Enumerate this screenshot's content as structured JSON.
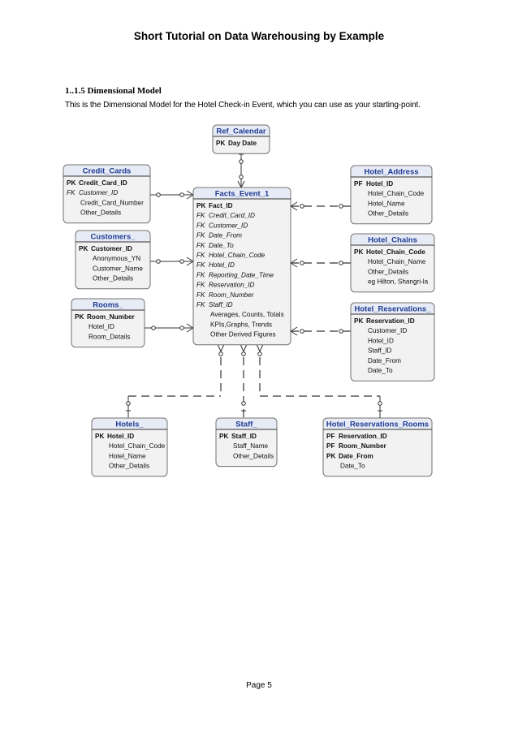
{
  "header": {
    "title": "Short Tutorial on Data Warehousing by Example"
  },
  "section": {
    "heading": "1..1.5 Dimensional Model",
    "intro": "This is the Dimensional Model for the Hotel Check-in Event, which you can use as your starting-point."
  },
  "footer": {
    "page_label": "Page 5"
  },
  "diagram": {
    "entities": [
      {
        "id": "ref-calendar",
        "title": "Ref_Calendar",
        "rows": [
          {
            "key": "PK",
            "name": "Day Date",
            "bold": true
          }
        ]
      },
      {
        "id": "credit-cards",
        "title": "Credit_Cards",
        "rows": [
          {
            "key": "PK",
            "name": "Credit_Card_ID",
            "bold": true
          },
          {
            "key": "FK",
            "name": "Customer_ID",
            "italic": true
          },
          {
            "key": "",
            "name": "Credit_Card_Number"
          },
          {
            "key": "",
            "name": "Other_Details"
          }
        ]
      },
      {
        "id": "customers",
        "title": "Customers_",
        "rows": [
          {
            "key": "PK",
            "name": "Customer_ID",
            "bold": true
          },
          {
            "key": "",
            "name": "Anonymous_YN"
          },
          {
            "key": "",
            "name": "Customer_Name"
          },
          {
            "key": "",
            "name": "Other_Details"
          }
        ]
      },
      {
        "id": "rooms",
        "title": "Rooms_",
        "rows": [
          {
            "key": "PK",
            "name": "Room_Number",
            "bold": true
          },
          {
            "key": "",
            "name": "Hotel_ID"
          },
          {
            "key": "",
            "name": "Room_Details"
          }
        ]
      },
      {
        "id": "facts-event",
        "title": "Facts_Event_1",
        "rows": [
          {
            "key": "PK",
            "name": "Fact_ID",
            "bold": true
          },
          {
            "key": "FK",
            "name": "Credit_Card_ID",
            "italic": true
          },
          {
            "key": "FK",
            "name": "Customer_ID",
            "italic": true
          },
          {
            "key": "FK",
            "name": "Date_From",
            "italic": true
          },
          {
            "key": "FK",
            "name": "Date_To",
            "italic": true
          },
          {
            "key": "FK",
            "name": "Hotel_Chain_Code",
            "italic": true
          },
          {
            "key": "FK",
            "name": "Hotel_ID",
            "italic": true
          },
          {
            "key": "FK",
            "name": "Reporting_Date_Time",
            "italic": true
          },
          {
            "key": "FK",
            "name": "Reservation_ID",
            "italic": true
          },
          {
            "key": "FK",
            "name": "Room_Number",
            "italic": true
          },
          {
            "key": "FK",
            "name": "Staff_ID",
            "italic": true
          },
          {
            "key": "",
            "name": "Averages, Counts, Totals"
          },
          {
            "key": "",
            "name": "KPIs,Graphs, Trends"
          },
          {
            "key": "",
            "name": "Other Derived Figures"
          }
        ]
      },
      {
        "id": "hotel-address",
        "title": "Hotel_Address",
        "rows": [
          {
            "key": "PF",
            "name": "Hotel_ID",
            "bold": true
          },
          {
            "key": "",
            "name": "Hotel_Chain_Code"
          },
          {
            "key": "",
            "name": "Hotel_Name"
          },
          {
            "key": "",
            "name": "Other_Details"
          }
        ]
      },
      {
        "id": "hotel-chains",
        "title": "Hotel_Chains",
        "rows": [
          {
            "key": "PK",
            "name": "Hotel_Chain_Code",
            "bold": true
          },
          {
            "key": "",
            "name": "Hotel_Chain_Name"
          },
          {
            "key": "",
            "name": "Other_Details"
          },
          {
            "key": "",
            "name": "eg Hilton, Shangri-la"
          }
        ]
      },
      {
        "id": "hotel-reservations",
        "title": "Hotel_Reservations_",
        "rows": [
          {
            "key": "PK",
            "name": "Reservation_ID",
            "bold": true
          },
          {
            "key": "",
            "name": "Customer_ID"
          },
          {
            "key": "",
            "name": "Hotel_ID"
          },
          {
            "key": "",
            "name": "Staff_ID"
          },
          {
            "key": "",
            "name": "Date_From"
          },
          {
            "key": "",
            "name": "Date_To"
          }
        ]
      },
      {
        "id": "hotels",
        "title": "Hotels_",
        "rows": [
          {
            "key": "PK",
            "name": "Hotel_ID",
            "bold": true
          },
          {
            "key": "",
            "name": "Hotel_Chain_Code"
          },
          {
            "key": "",
            "name": "Hotel_Name"
          },
          {
            "key": "",
            "name": "Other_Details"
          }
        ]
      },
      {
        "id": "staff",
        "title": "Staff_",
        "rows": [
          {
            "key": "PK",
            "name": "Staff_ID",
            "bold": true
          },
          {
            "key": "",
            "name": "Staff_Name"
          },
          {
            "key": "",
            "name": "Other_Details"
          }
        ]
      },
      {
        "id": "hotel-reservations-rooms",
        "title": "Hotel_Reservations_Rooms",
        "rows": [
          {
            "key": "PF",
            "name": "Reservation_ID",
            "bold": true
          },
          {
            "key": "PF",
            "name": "Room_Number",
            "bold": true
          },
          {
            "key": "PK",
            "name": "Date_From",
            "bold": true
          },
          {
            "key": "",
            "name": "Date_To"
          }
        ]
      }
    ]
  }
}
